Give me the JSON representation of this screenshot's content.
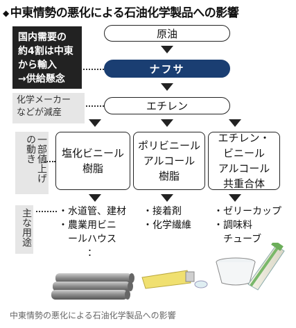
{
  "title": {
    "mark": "◆",
    "text": "中東情勢の悪化による石油化学製品への影響"
  },
  "notes": {
    "import": "国内需要の\n約4割は中東\nから輸入\n→供給懸念",
    "reduce": "化学メーカー\nなどが減産",
    "price": "一部値上げの動き",
    "uses": "主な用途"
  },
  "flow": {
    "crude": "原油",
    "naphtha": "ナフサ",
    "ethylene": "エチレン"
  },
  "products": [
    {
      "name": "塩化ビニール\n樹脂",
      "uses": "・水道管、建材\n・農業用ビニ\n　ールハウス\n　　　："
    },
    {
      "name": "ポリビニール\nアルコール\n樹脂",
      "uses": "・接着剤\n・化学繊維"
    },
    {
      "name": "エチレン・\nビニール\nアルコール\n共重合体",
      "uses": "・ゼリーカップ\n・調味料\n　チューブ"
    }
  ],
  "caption": "中東情勢の悪化による石油化学製品への影響",
  "colors": {
    "naphtha": "#1a3e72",
    "note_dark": "#222222",
    "note_gray": "#e6e6e6"
  },
  "icons": [
    "pipe-icon",
    "glue-tube-icon",
    "jelly-cup-icon",
    "condiment-tube-icon"
  ]
}
